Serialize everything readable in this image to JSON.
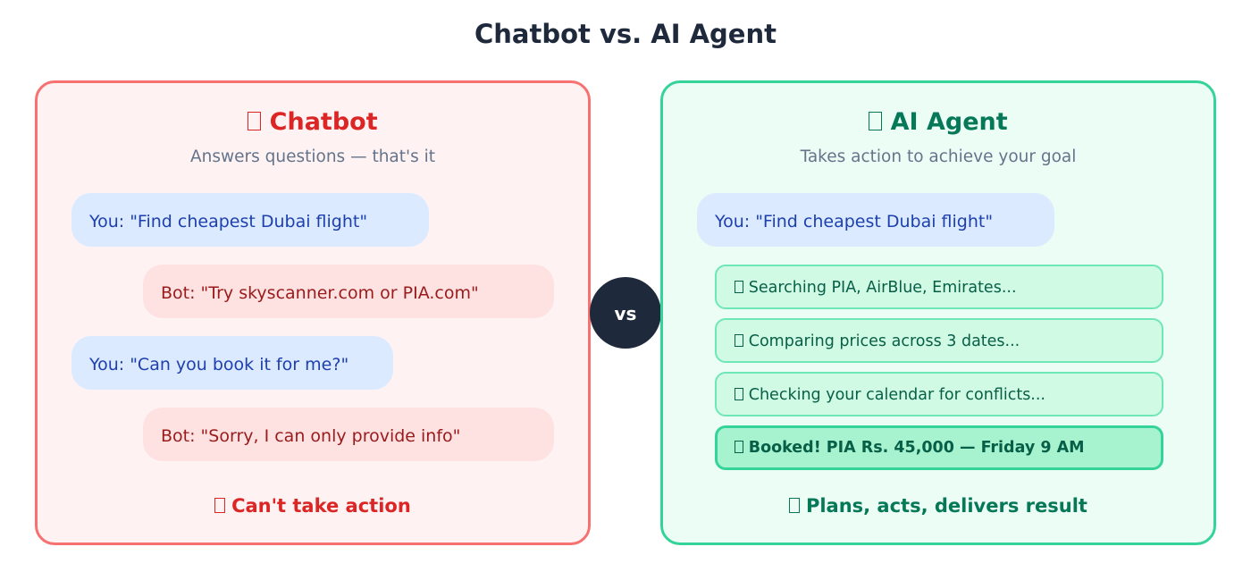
{
  "title": "Chatbot vs. AI Agent",
  "colors": {
    "title_text": "#1e293b",
    "chatbot_border": "#f87171",
    "chatbot_bg": "#fef2f2",
    "chatbot_accent": "#dc2626",
    "agent_border": "#34d399",
    "agent_bg": "#ecfdf5",
    "agent_accent": "#047857",
    "user_bubble_bg": "#dbeafe",
    "user_bubble_text": "#1e40af",
    "bot_bubble_bg": "#fee2e2",
    "bot_bubble_text": "#991b1b",
    "step_bg": "#d1fae5",
    "step_border": "#6ee7b7",
    "final_step_bg": "#a7f3d0",
    "vs_bg": "#1e293b"
  },
  "vs_label": "vs",
  "chatbot": {
    "icon": "missing-glyph",
    "title": "Chatbot",
    "subtitle": "Answers questions — that's it",
    "messages": [
      {
        "role": "user",
        "text": "You: \"Find cheapest Dubai flight\""
      },
      {
        "role": "bot",
        "text": "Bot: \"Try skyscanner.com or PIA.com\""
      },
      {
        "role": "user",
        "text": "You: \"Can you book it for me?\""
      },
      {
        "role": "bot",
        "text": "Bot: \"Sorry, I can only provide info\""
      }
    ],
    "footer_icon": "missing-glyph",
    "footer": "Can't take action"
  },
  "agent": {
    "icon": "missing-glyph",
    "title": "AI Agent",
    "subtitle": "Takes action to achieve your goal",
    "user_message": "You: \"Find cheapest Dubai flight\"",
    "steps": [
      {
        "icon": "missing-glyph",
        "text": "Searching PIA, AirBlue, Emirates..."
      },
      {
        "icon": "missing-glyph",
        "text": "Comparing prices across 3 dates..."
      },
      {
        "icon": "missing-glyph",
        "text": "Checking your calendar for conflicts..."
      },
      {
        "icon": "missing-glyph",
        "text": "Booked! PIA Rs. 45,000 — Friday 9 AM",
        "final": true
      }
    ],
    "footer_icon": "missing-glyph",
    "footer": "Plans, acts, delivers result"
  }
}
